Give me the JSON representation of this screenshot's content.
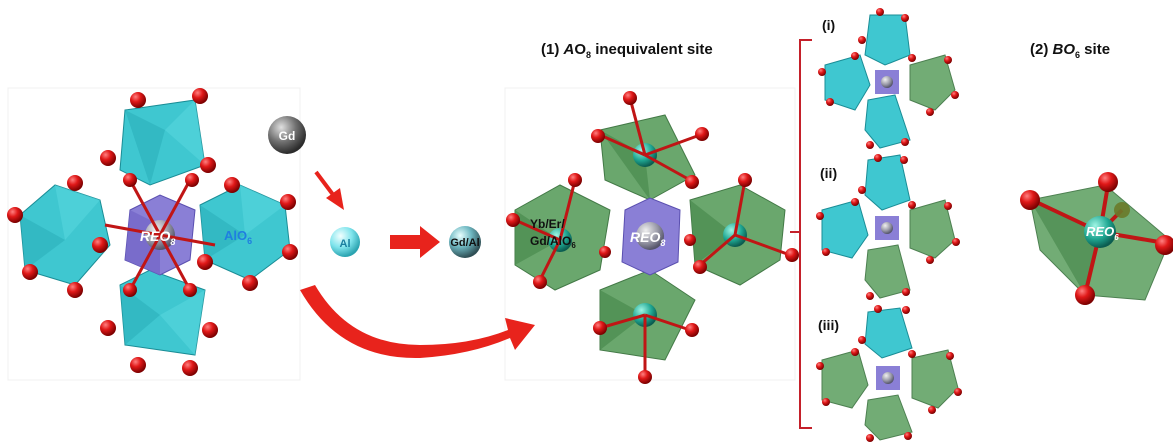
{
  "headings": {
    "site1_prefix": "(1) ",
    "site1_A": "A",
    "site1_O": "O",
    "site1_sub": "8",
    "site1_suffix": " inequivalent site",
    "site2_prefix": "(2) ",
    "site2_B": "BO",
    "site2_sub": "6",
    "site2_suffix": " site"
  },
  "left_structure": {
    "center_re": "RE",
    "center_o": "O",
    "center_sub": "8",
    "right_al": "AlO",
    "right_sub": "6"
  },
  "substitution": {
    "gd": "Gd",
    "al": "Al",
    "gdal": "Gd/Al"
  },
  "middle_structure": {
    "left_line1": "Yb/Er/",
    "left_line2": "Gd/AlO",
    "left_sub": "6",
    "center_re": "RE",
    "center_o": "O",
    "center_sub": "8"
  },
  "variants": {
    "i": "(i)",
    "ii": "(ii)",
    "iii": "(iii)"
  },
  "right_structure": {
    "center_re": "RE",
    "center_o": "O",
    "center_sub": "6"
  },
  "colors": {
    "cyan_poly": "#3fc7d0",
    "green_poly": "#5a9e5e",
    "oxygen": "#d81b1b",
    "arrow": "#e8231c",
    "bracket": "#c4202a"
  }
}
